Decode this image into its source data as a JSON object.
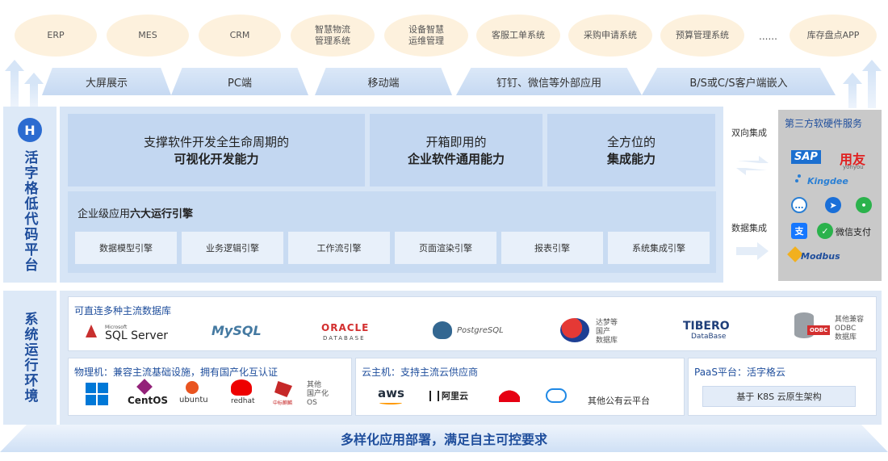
{
  "systems": [
    "ERP",
    "MES",
    "CRM",
    "智慧物流\n管理系统",
    "设备智慧\n运维管理",
    "客服工单系统",
    "采购申请系统",
    "预算管理系统",
    "库存盘点APP"
  ],
  "ellipsis": "......",
  "channels": [
    "大屏展示",
    "PC端",
    "移动端",
    "钉钉、微信等外部应用",
    "B/S或C/S客户端嵌入"
  ],
  "platform": {
    "logo": "H",
    "name": "活字格低代码平台",
    "capabilities": [
      {
        "line1": "支撑软件开发全生命周期的",
        "line2": "可视化开发能力"
      },
      {
        "line1": "开箱即用的",
        "line2": "企业软件通用能力"
      },
      {
        "line1": "全方位的",
        "line2": "集成能力"
      }
    ],
    "engine_title_prefix": "企业级应用",
    "engine_title_bold": "六大运行引擎",
    "engines": [
      "数据模型引擎",
      "业务逻辑引擎",
      "工作流引擎",
      "页面渲染引擎",
      "报表引擎",
      "系统集成引擎"
    ]
  },
  "integration": {
    "bidirectional": "双向集成",
    "data": "数据集成"
  },
  "third_party": {
    "title": "第三方软硬件服务",
    "brands": {
      "sap": "SAP",
      "yonyou": "用友",
      "yonyou_sub": "yonyou",
      "kingdee": "Kingdee",
      "alipay": "支",
      "wechatpay": "微信支付",
      "modbus": "Modbus"
    }
  },
  "runtime": {
    "name": "系统运行环境",
    "db_title": "可直连多种主流数据库",
    "databases": {
      "mssql_small": "Microsoft",
      "mssql": "SQL Server",
      "mysql": "MySQL",
      "oracle": "ORACLE",
      "oracle_sub": "DATABASE",
      "postgres": "PostgreSQL",
      "dameng": "达梦等\n国产\n数据库",
      "tibero": "TIBERO",
      "tibero_sub": "DataBase",
      "odbc": "ODBC",
      "odbc_text": "其他兼容\nODBC\n数据库"
    },
    "physical_title": "物理机：兼容主流基础设施，拥有国产化互认证",
    "os": {
      "centos": "CentOS",
      "ubuntu": "ubuntu",
      "redhat": "redhat",
      "kylin": "中标麒麟",
      "other": "其他\n国产化\nOS"
    },
    "cloud_title": "云主机：支持主流云供应商",
    "cloud": {
      "aws": "aws",
      "aliyun": "阿里云",
      "other": "其他公有云平台"
    },
    "paas_title": "PaaS平台：活字格云",
    "paas_body": "基于 K8S 云原生架构"
  },
  "footer": "多样化应用部署，满足自主可控要求",
  "colors": {
    "accent": "#1f4e9c",
    "oval": "#fdf1dd",
    "panel": "#d7e5f6"
  }
}
